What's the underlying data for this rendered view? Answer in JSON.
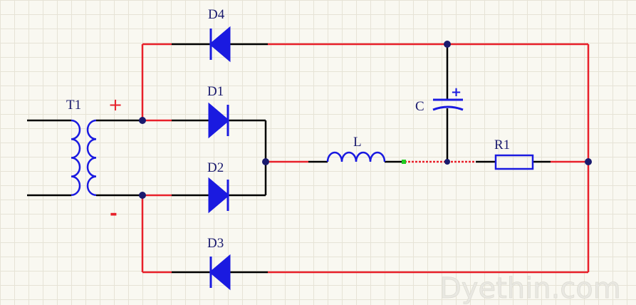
{
  "components": {
    "transformer": {
      "label": "T1",
      "plus": "+",
      "minus": "-"
    },
    "d4": {
      "label": "D4"
    },
    "d1": {
      "label": "D1"
    },
    "d2": {
      "label": "D2"
    },
    "d3": {
      "label": "D3"
    },
    "inductor": {
      "label": "L"
    },
    "capacitor": {
      "label": "C",
      "polarity": "+"
    },
    "resistor": {
      "label": "R1"
    }
  },
  "watermark": "Dyethin.com",
  "colors": {
    "wire": "#e8202a",
    "lead": "#000000",
    "diode": "#1a1ae0",
    "inductor": "#1a1ae0",
    "resistor": "#1a1ae0",
    "capacitor": "#1a1ae0",
    "junction": "#1a1a6e",
    "grid": "#e6e3d6",
    "background": "#f9f8f1"
  }
}
